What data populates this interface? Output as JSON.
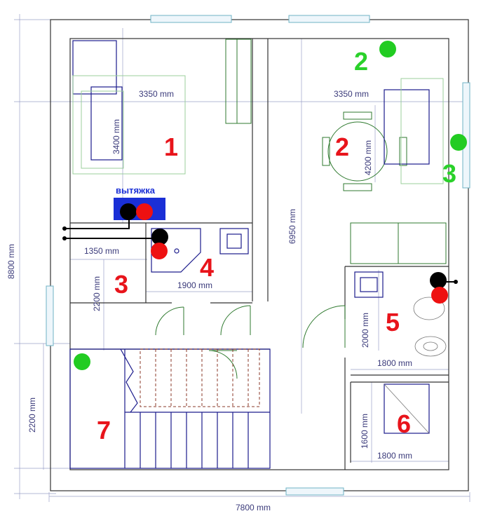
{
  "dimensions": {
    "overall_width": "7800 mm",
    "overall_height": "8800 mm",
    "room1_width": "3350 mm",
    "room1_height": "3400 mm",
    "room2_width": "3350 mm",
    "room2_height": "4200 mm",
    "corridor_length": "6950 mm",
    "kitchen_left": "1350 mm",
    "kitchen_width": "1900 mm",
    "room3_height": "2200 mm",
    "stair_height": "2200 mm",
    "bath_width": "1800 mm",
    "bath_height": "2000 mm",
    "shower_width": "1800 mm",
    "shower_height": "1600 mm"
  },
  "labels": {
    "hood": "вытяжка"
  },
  "room_numbers": {
    "r1": "1",
    "r2": "2",
    "r2b": "2",
    "r3": "3",
    "r3b": "3",
    "r4": "4",
    "r5": "5",
    "r6": "6",
    "r7": "7"
  },
  "colors": {
    "room_number_red": "#e8141b",
    "room_number_green": "#2ad12a",
    "marker_red": "#ee1111",
    "marker_black": "#000000",
    "marker_green": "#22cc22",
    "hood_blue": "#1a2fd6"
  }
}
